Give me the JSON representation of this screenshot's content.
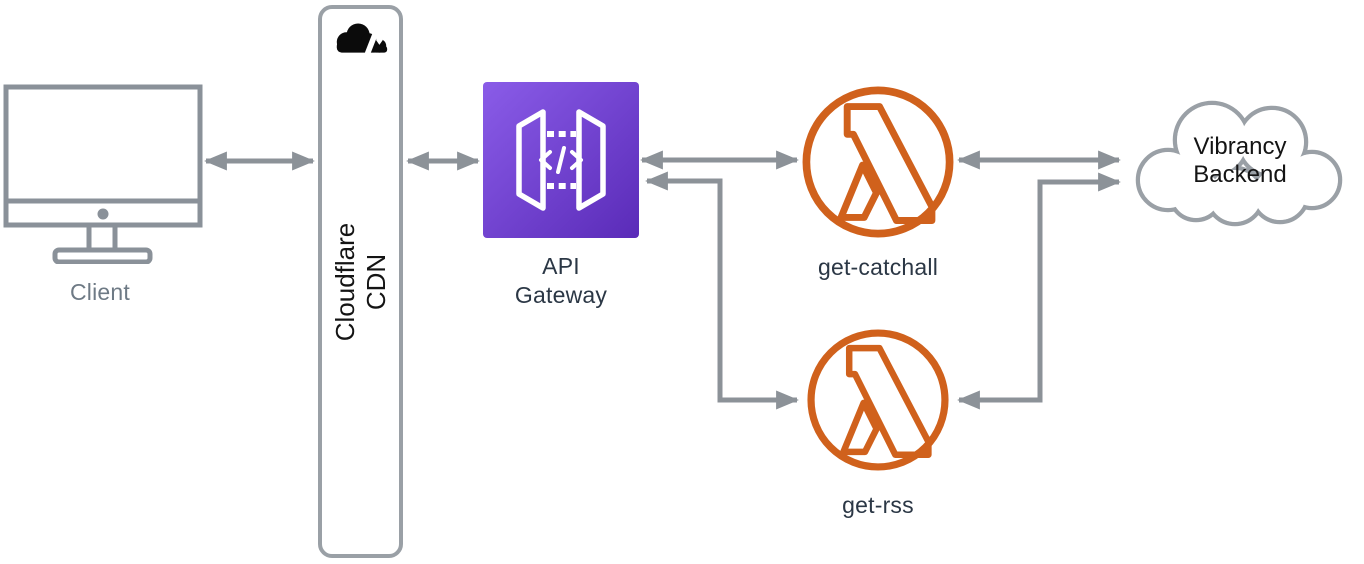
{
  "colors": {
    "arrow_gray": "#8c9298",
    "outline_gray": "#9aa0a6",
    "monitor_gray": "#8a9199",
    "label_dark": "#2b3745",
    "label_gray": "#6e7a85",
    "text_black": "#141414",
    "gateway_grad_start": "#8a5ce8",
    "gateway_grad_end": "#5a2bb8",
    "lambda_orange": "#d0611c",
    "cloudflare_black": "#0b0b0b"
  },
  "nodes": {
    "client": {
      "label": "Client",
      "icon": "monitor-icon"
    },
    "cloudflare": {
      "label_line1": "Cloudflare",
      "label_line2": "CDN",
      "icon": "cloudflare-logo-icon"
    },
    "api_gateway": {
      "label_line1": "API",
      "label_line2": "Gateway",
      "icon": "api-gateway-icon",
      "glyph": "</>"
    },
    "get_catchall": {
      "label": "get-catchall",
      "icon": "lambda-icon"
    },
    "get_rss": {
      "label": "get-rss",
      "icon": "lambda-icon"
    },
    "backend": {
      "label_line1": "Vibrancy",
      "label_line2": "Backend",
      "icon": "cloud-shape"
    }
  },
  "edges": [
    {
      "from": "client",
      "to": "cloudflare-cdn",
      "direction": "bidirectional"
    },
    {
      "from": "cloudflare-cdn",
      "to": "api-gateway",
      "direction": "bidirectional"
    },
    {
      "from": "api-gateway",
      "to": "get-catchall",
      "direction": "bidirectional"
    },
    {
      "from": "api-gateway",
      "to": "get-rss",
      "direction": "bidirectional",
      "routing": "elbow-down"
    },
    {
      "from": "get-catchall",
      "to": "vibrancy-backend",
      "direction": "bidirectional"
    },
    {
      "from": "get-rss",
      "to": "vibrancy-backend",
      "direction": "bidirectional",
      "routing": "elbow-up"
    }
  ]
}
